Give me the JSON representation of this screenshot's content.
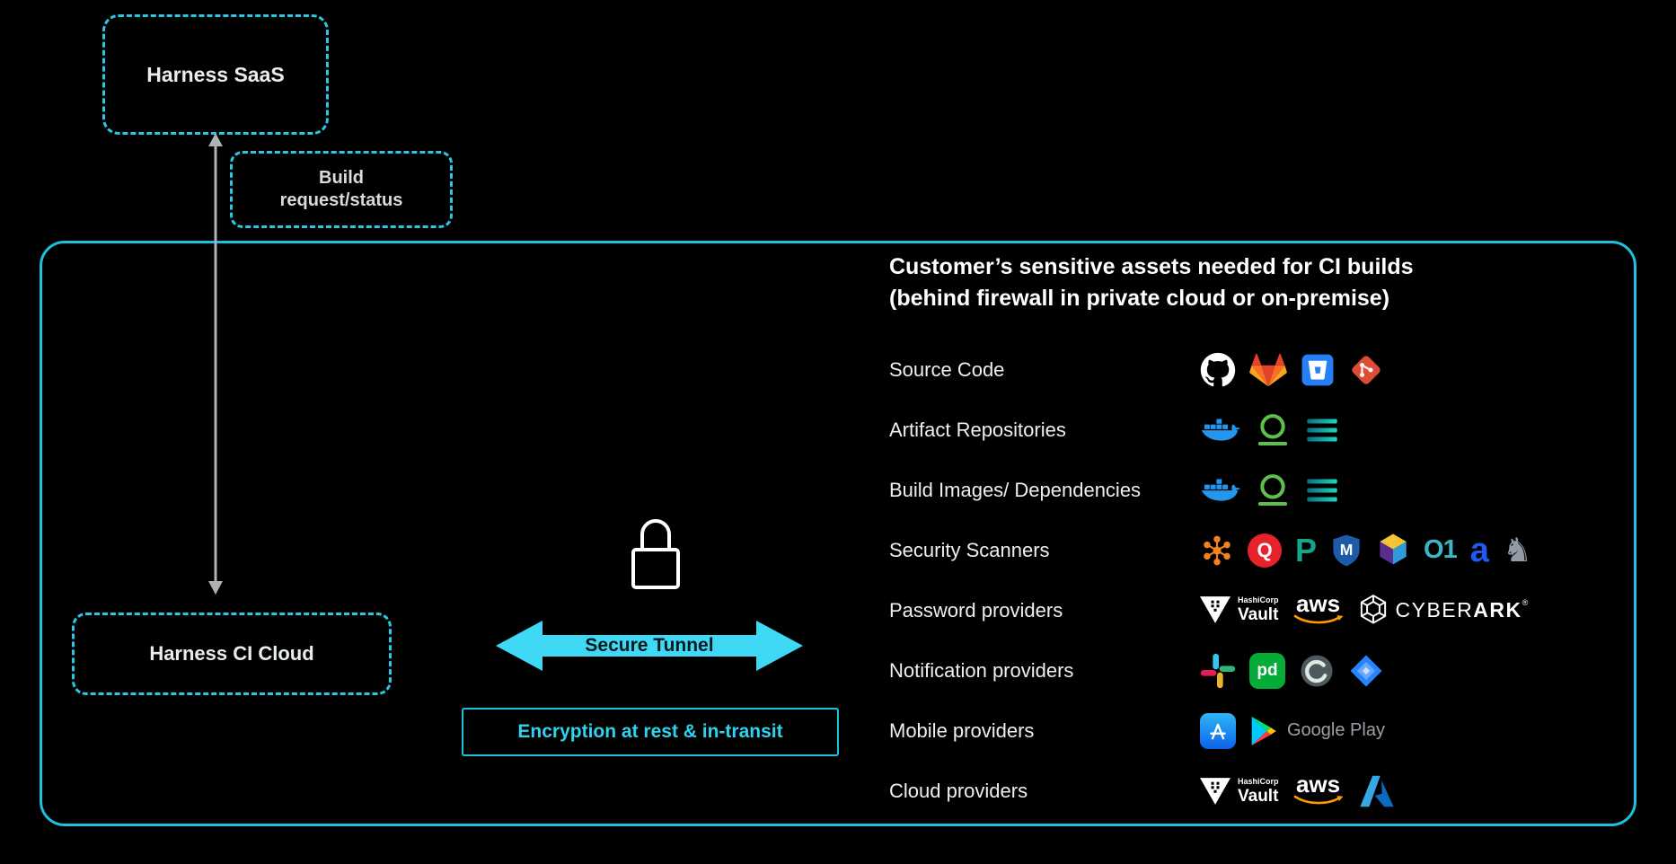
{
  "diagram": {
    "harness_saas": "Harness SaaS",
    "build_request_status": "Build\nrequest/status",
    "harness_ci_cloud": "Harness CI Cloud",
    "secure_tunnel": "Secure Tunnel",
    "encryption": "Encryption at rest & in-transit"
  },
  "assets": {
    "title_line1": "Customer’s sensitive assets needed for CI builds",
    "title_line2": "(behind firewall in private cloud or on-premise)",
    "rows": [
      {
        "label": "Source Code",
        "icons": [
          "github",
          "gitlab",
          "bitbucket",
          "git"
        ]
      },
      {
        "label": "Artifact Repositories",
        "icons": [
          "docker",
          "registry-ring",
          "stacked-lines"
        ]
      },
      {
        "label": "Build Images/ Dependencies",
        "icons": [
          "docker",
          "registry-ring",
          "stacked-lines"
        ]
      },
      {
        "label": "Security Scanners",
        "icons": [
          "network-scanner",
          "qualys",
          "letter-p-scanner",
          "shield-m-scanner",
          "cube-scanner",
          "o1-scanner",
          "aqua",
          "knight-shield"
        ]
      },
      {
        "label": "Password providers",
        "icons": [
          "hashicorp-vault",
          "aws",
          "cyberark"
        ]
      },
      {
        "label": "Notification providers",
        "icons": [
          "slack",
          "pagerduty",
          "chat-circle",
          "jira"
        ]
      },
      {
        "label": "Mobile providers",
        "icons": [
          "app-store",
          "google-play"
        ]
      },
      {
        "label": "Cloud providers",
        "icons": [
          "hashicorp-vault",
          "aws",
          "azure"
        ]
      }
    ]
  },
  "icon_text": {
    "hashicorp": "HashiCorp",
    "vault": "Vault",
    "aws": "aws",
    "cyber": "CYBER",
    "ark": "ARK",
    "registered": "®",
    "pd": "pd",
    "google_play": "Google Play",
    "q": "Q",
    "p": "P",
    "m": "M",
    "o1": "O1",
    "a": "a",
    "knight": "♞"
  },
  "colors": {
    "background": "#000000",
    "accent_cyan": "#1EC1DE",
    "tunnel_arrow": "#3FD9F5",
    "connector_gray": "#ADB3B8"
  }
}
